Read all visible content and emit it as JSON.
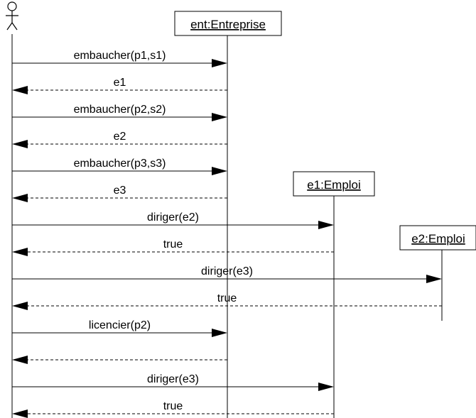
{
  "participants": [
    {
      "id": "actor",
      "kind": "actor",
      "label": ""
    },
    {
      "id": "ent",
      "kind": "object",
      "label": "ent:Entreprise"
    },
    {
      "id": "e1",
      "kind": "object",
      "label": "e1:Emploi"
    },
    {
      "id": "e2",
      "kind": "object",
      "label": "e2:Emploi"
    }
  ],
  "messages": [
    {
      "from": "actor",
      "to": "ent",
      "type": "call",
      "label": "embaucher(p1,s1)"
    },
    {
      "from": "ent",
      "to": "actor",
      "type": "return",
      "label": "e1"
    },
    {
      "from": "actor",
      "to": "ent",
      "type": "call",
      "label": "embaucher(p2,s2)"
    },
    {
      "from": "ent",
      "to": "actor",
      "type": "return",
      "label": "e2"
    },
    {
      "from": "actor",
      "to": "ent",
      "type": "call",
      "label": "embaucher(p3,s3)"
    },
    {
      "from": "ent",
      "to": "actor",
      "type": "return",
      "label": "e3"
    },
    {
      "from": "actor",
      "to": "e1",
      "type": "call",
      "label": "diriger(e2)"
    },
    {
      "from": "e1",
      "to": "actor",
      "type": "return",
      "label": "true"
    },
    {
      "from": "actor",
      "to": "e2",
      "type": "call",
      "label": "diriger(e3)"
    },
    {
      "from": "e2",
      "to": "actor",
      "type": "return",
      "label": "true"
    },
    {
      "from": "actor",
      "to": "ent",
      "type": "call",
      "label": "licencier(p2)"
    },
    {
      "from": "ent",
      "to": "actor",
      "type": "return",
      "label": ""
    },
    {
      "from": "actor",
      "to": "e1",
      "type": "call",
      "label": "diriger(e3)"
    },
    {
      "from": "e1",
      "to": "actor",
      "type": "return",
      "label": "true"
    }
  ]
}
